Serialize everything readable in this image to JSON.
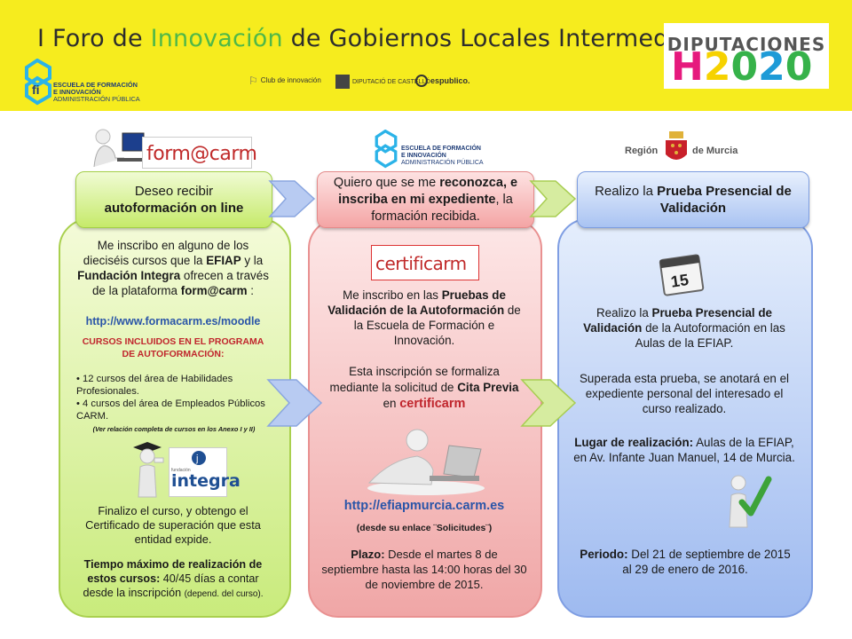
{
  "header": {
    "title_pre": "I Foro de ",
    "title_green": "Innovación",
    "title_post": " de Gobiernos Locales Intermedios",
    "efi_line1": "ESCUELA DE FORMACIÓN",
    "efi_line2": "E INNOVACIÓN",
    "efi_line3": "ADMINISTRACIÓN PÚBLICA",
    "partner_club": "Club de innovación",
    "partner_diputacio": "DIPUTACIÓ DE CASTELLÓ",
    "partner_espublico": "espublico.",
    "h2020_top": "DIPUTACIONES",
    "h2020_h": "H",
    "h2020_2": "2",
    "h2020_0": "0",
    "h2020_2b": "2",
    "h2020_0b": "0"
  },
  "logos": {
    "formacarm": "form@carm",
    "efi_line1": "ESCUELA DE FORMACIÓN",
    "efi_line2": "E INNOVACIÓN",
    "efi_line3": "ADMINISTRACIÓN PÚBLICA",
    "region": "Región",
    "de_murcia": "de Murcia",
    "certificarm": "certificarm",
    "integra_small": "fundación",
    "integra": "integra",
    "calendar_day": "15"
  },
  "left": {
    "head_1": "Deseo recibir",
    "head_2": "autoformación on line",
    "p1_a": "Me inscribo en alguno de los dieciséis cursos que la ",
    "p1_efiap": "EFIAP",
    "p1_b": " y la ",
    "p1_fundacion": "Fundación Integra",
    "p1_c": " ofrecen a través de la plataforma ",
    "p1_formacarm": "form@carm",
    "p1_d": " :",
    "url": "http://www.formacarm.es/moodle",
    "cursos_title": "CURSOS INCLUIDOS EN EL PROGRAMA DE AUTOFORMACIÓN:",
    "bullet1": "• 12 cursos del área de Habilidades Profesionales.",
    "bullet2": "• 4 cursos del área de Empleados Públicos CARM.",
    "ver": "(Ver relación completa de cursos en los Anexo I y II)",
    "finalizo": "Finalizo el curso, y obtengo el Certificado de superación que esta entidad expide.",
    "tiempo_b": "Tiempo máximo de realización de estos cursos:",
    "tiempo_n": " 40/45 días a contar desde la inscripción ",
    "tiempo_s": "(depend. del curso)."
  },
  "mid": {
    "head_a": "Quiero que se me ",
    "head_b": "reconozca, e inscriba en mi expediente",
    "head_c": ", la formación recibida.",
    "p1_a": "Me inscribo en las ",
    "p1_b": "Pruebas de Validación de la Autoformación",
    "p1_c": " de la Escuela de Formación e Innovación.",
    "p2_a": "Esta inscripción se formaliza mediante la solicitud de ",
    "p2_b": "Cita Previa",
    "p2_c": " en ",
    "p2_d": "certificarm",
    "url": "http://efiapmurcia.carm.es",
    "enlace": "(desde su enlace ¨Solicitudes¨)",
    "plazo_b": "Plazo:",
    "plazo_n": " Desde el martes 8 de septiembre hasta las 14:00 horas del 30 de noviembre de 2015."
  },
  "right": {
    "head_a": "Realizo la ",
    "head_b": "Prueba Presencial de Validación",
    "p1_a": "Realizo la ",
    "p1_b": "Prueba Presencial de Validación",
    "p1_c": " de la Autoformación en las Aulas de la EFIAP.",
    "p2": "Superada esta prueba, se anotará en el expediente personal del interesado el curso realizado.",
    "lugar_b": "Lugar de realización:",
    "lugar_n": " Aulas de la EFIAP, en Av. Infante Juan Manuel, 14 de Murcia.",
    "periodo_b": "Periodo:",
    "periodo_n": " Del 21 de septiembre de 2015 al 29 de enero de 2016."
  },
  "colors": {
    "header_yellow": "#f6ec1e",
    "title_green": "#4fb848",
    "left_panel": "#c9eb7c",
    "mid_panel": "#f0a6a6",
    "right_panel": "#9ebaf0",
    "url_blue": "#2a55a8",
    "cursos_red": "#c0262d"
  },
  "icons": [
    "efi-logo-icon",
    "computer-user-icon",
    "arrow-right-icon",
    "calendar-icon",
    "checkmark-figure-icon",
    "graduate-figure-icon",
    "laptop-figure-icon",
    "murcia-crest-icon"
  ]
}
